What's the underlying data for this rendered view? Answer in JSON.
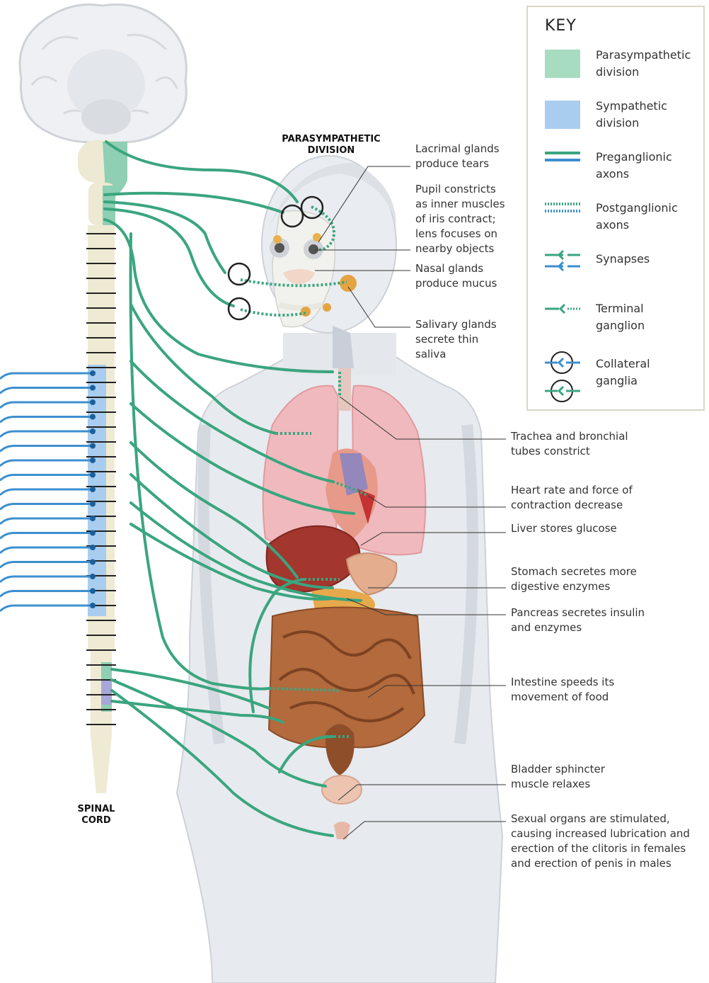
{
  "headings": {
    "parasympathetic": "PARASYMPATHETIC\nDIVISION",
    "spinal_cord": "SPINAL\nCORD"
  },
  "labels": {
    "lacrimal": "Lacrimal glands\nproduce tears",
    "pupil": "Pupil constricts\nas inner muscles\nof iris contract;\nlens focuses on\nnearby objects",
    "nasal": "Nasal glands\nproduce mucus",
    "salivary": "Salivary glands\nsecrete thin\nsaliva",
    "trachea": "Trachea and bronchial\ntubes constrict",
    "heart": "Heart rate and force of\ncontraction decrease",
    "liver": "Liver stores glucose",
    "stomach": "Stomach secretes more\ndigestive enzymes",
    "pancreas": "Pancreas secretes insulin\nand enzymes",
    "intestine": "Intestine speeds its\nmovement of food",
    "bladder": "Bladder sphincter\nmuscle relaxes",
    "sexual": "Sexual organs are stimulated,\ncausing increased lubrication and\nerection of the clitoris in females\nand erection of penis in males"
  },
  "key": {
    "title": "KEY",
    "items": [
      {
        "label": "Parasympathetic\ndivision"
      },
      {
        "label": "Sympathetic\ndivision"
      },
      {
        "label": "Preganglionic\naxons"
      },
      {
        "label": "Postganglionic\naxons"
      },
      {
        "label": "Synapses"
      },
      {
        "label": "Terminal\nganglion"
      },
      {
        "label": "Collateral\nganglia"
      }
    ]
  },
  "colors": {
    "parasympathetic": "#3aa57f",
    "parasympathetic_fill": "#a8dcc0",
    "sympathetic": "#3c8fcf",
    "sympathetic_fill": "#a9cdef",
    "leader_line": "#333333"
  }
}
